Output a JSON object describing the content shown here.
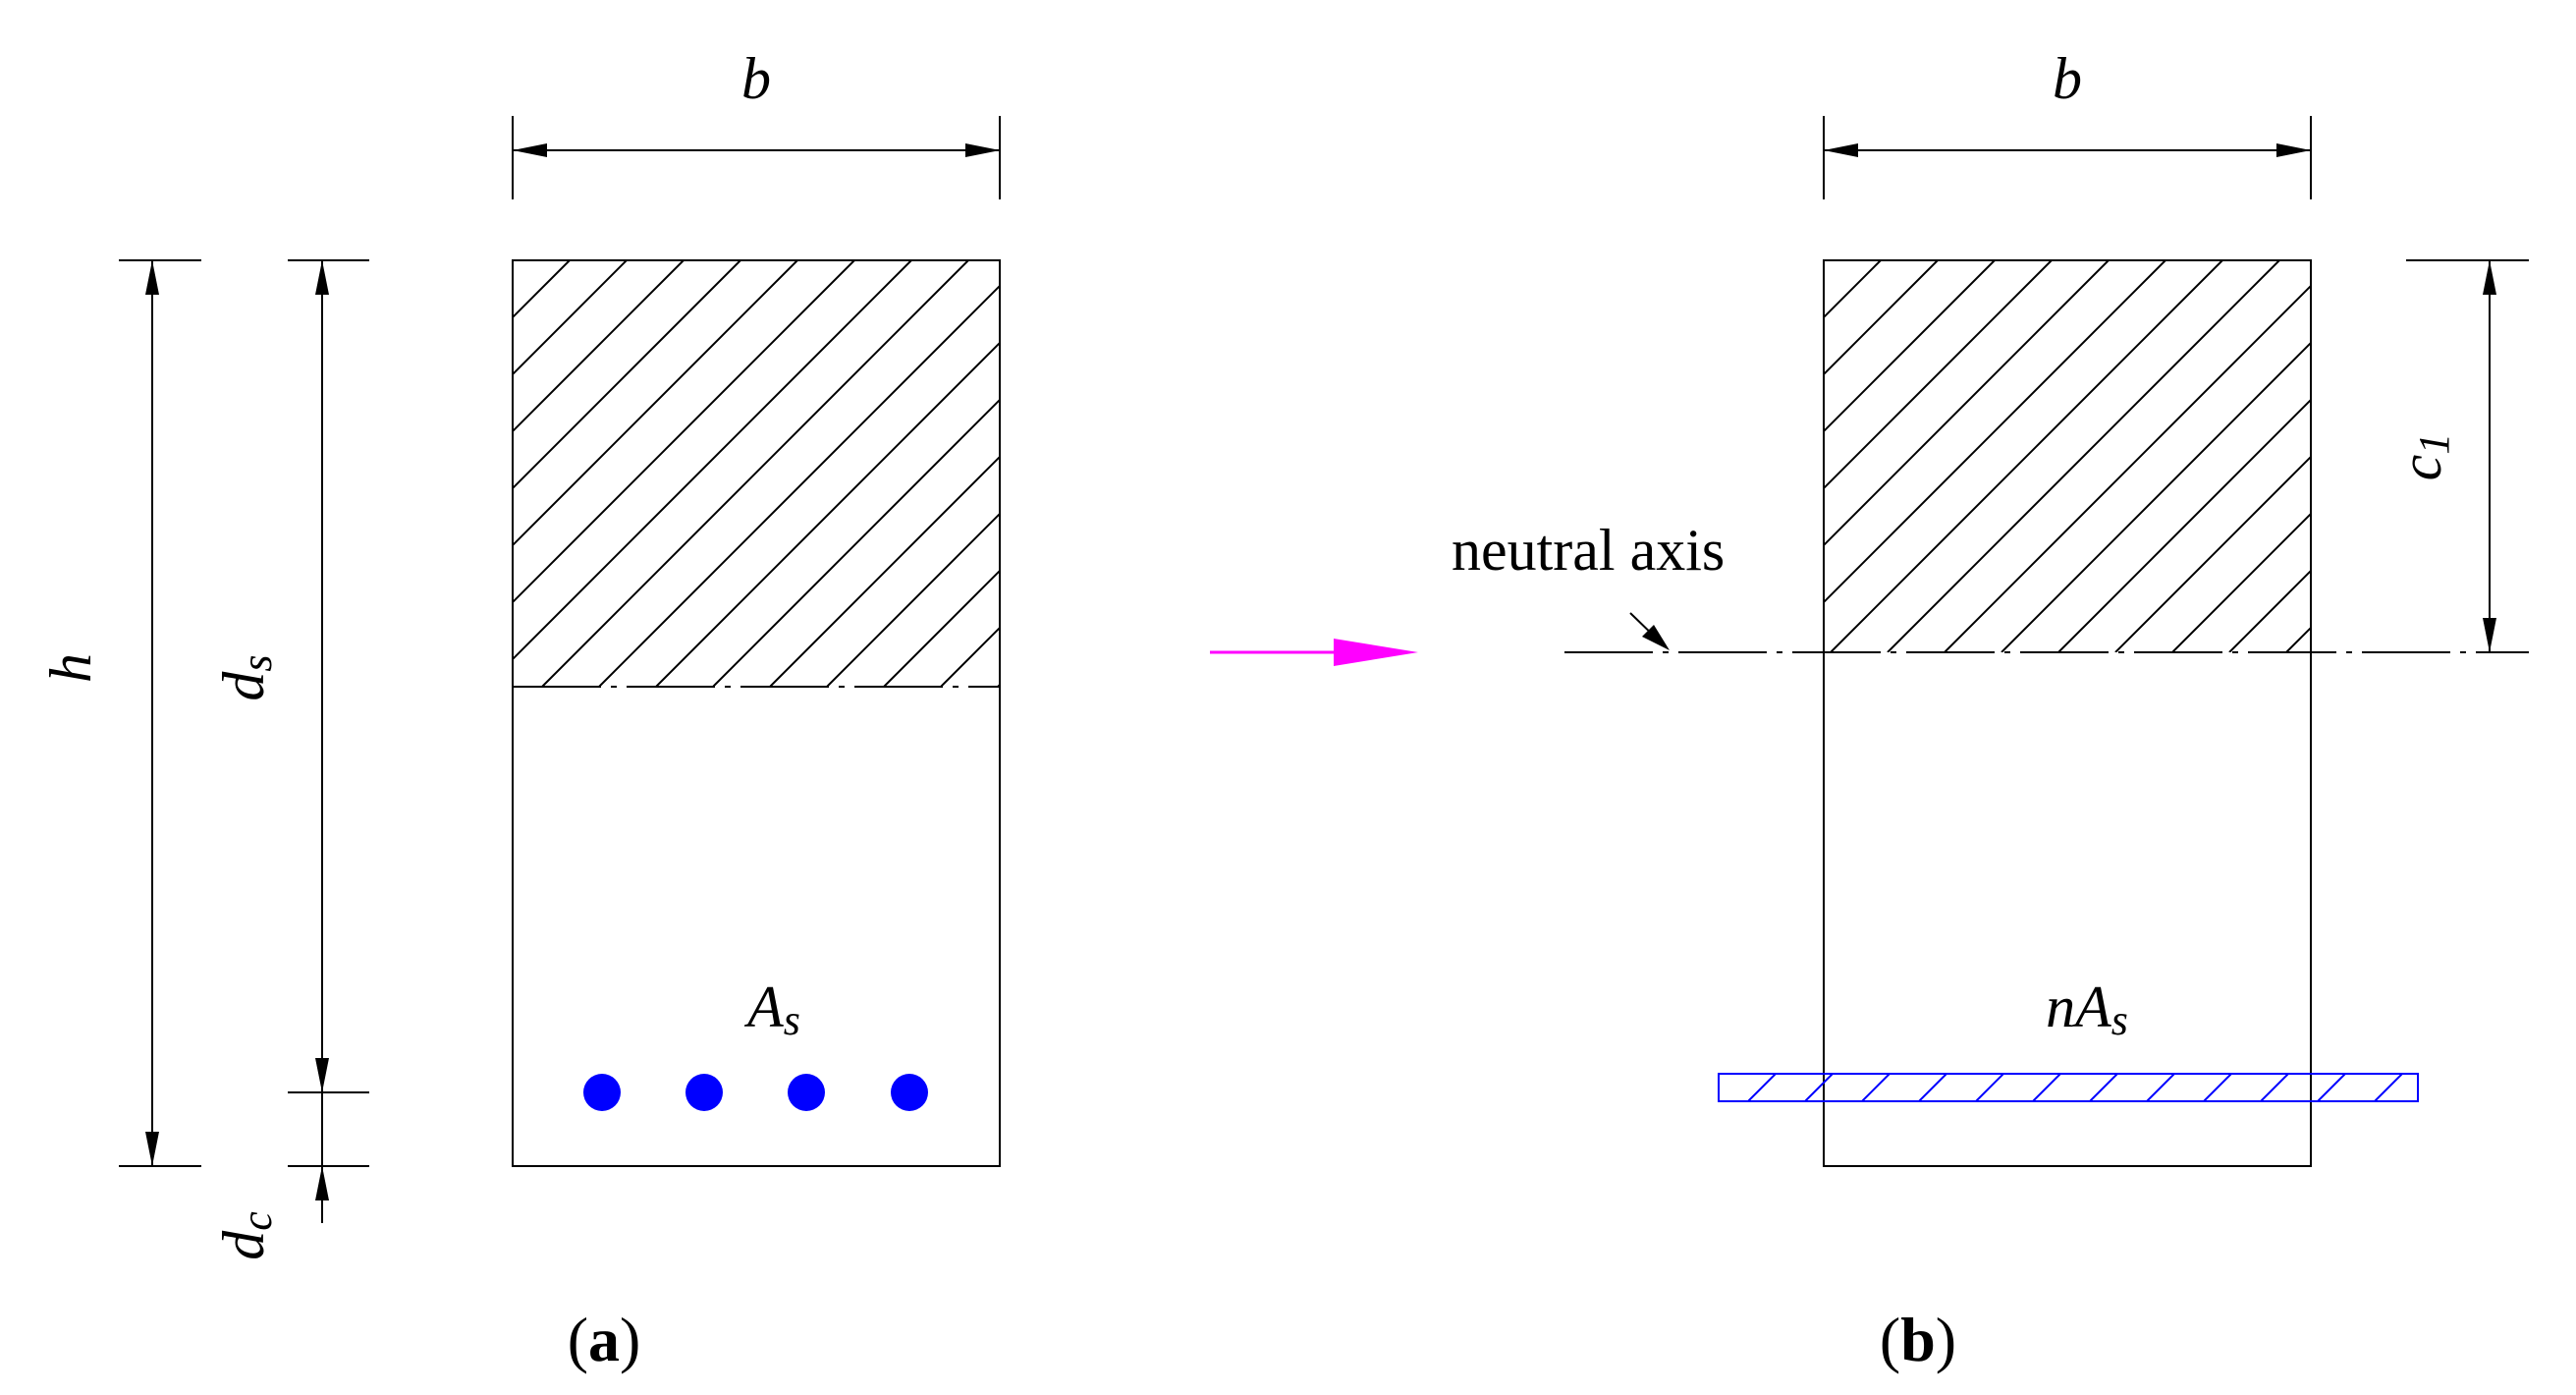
{
  "labels": {
    "b_a": "b",
    "b_b": "b",
    "h": "h",
    "d_main": "d",
    "d_sub": "s",
    "dc_main": "d",
    "dc_sub": "c",
    "As_main": "A",
    "As_sub": "s",
    "nAs_main": "nA",
    "nAs_sub": "s",
    "c_main": "c",
    "c_sub": "1",
    "neutral_axis": "neutral axis"
  },
  "captions": {
    "a_open": "(",
    "a_letter": "a",
    "a_close": ")",
    "b_open": "(",
    "b_letter": "b",
    "b_close": ")"
  },
  "colors": {
    "line": "#000000",
    "rebar": "#0000ff",
    "steel_strip": "#0000ff",
    "transition_arrow": "#ff00ff"
  },
  "icons": {
    "transition": "arrow-right-icon"
  }
}
